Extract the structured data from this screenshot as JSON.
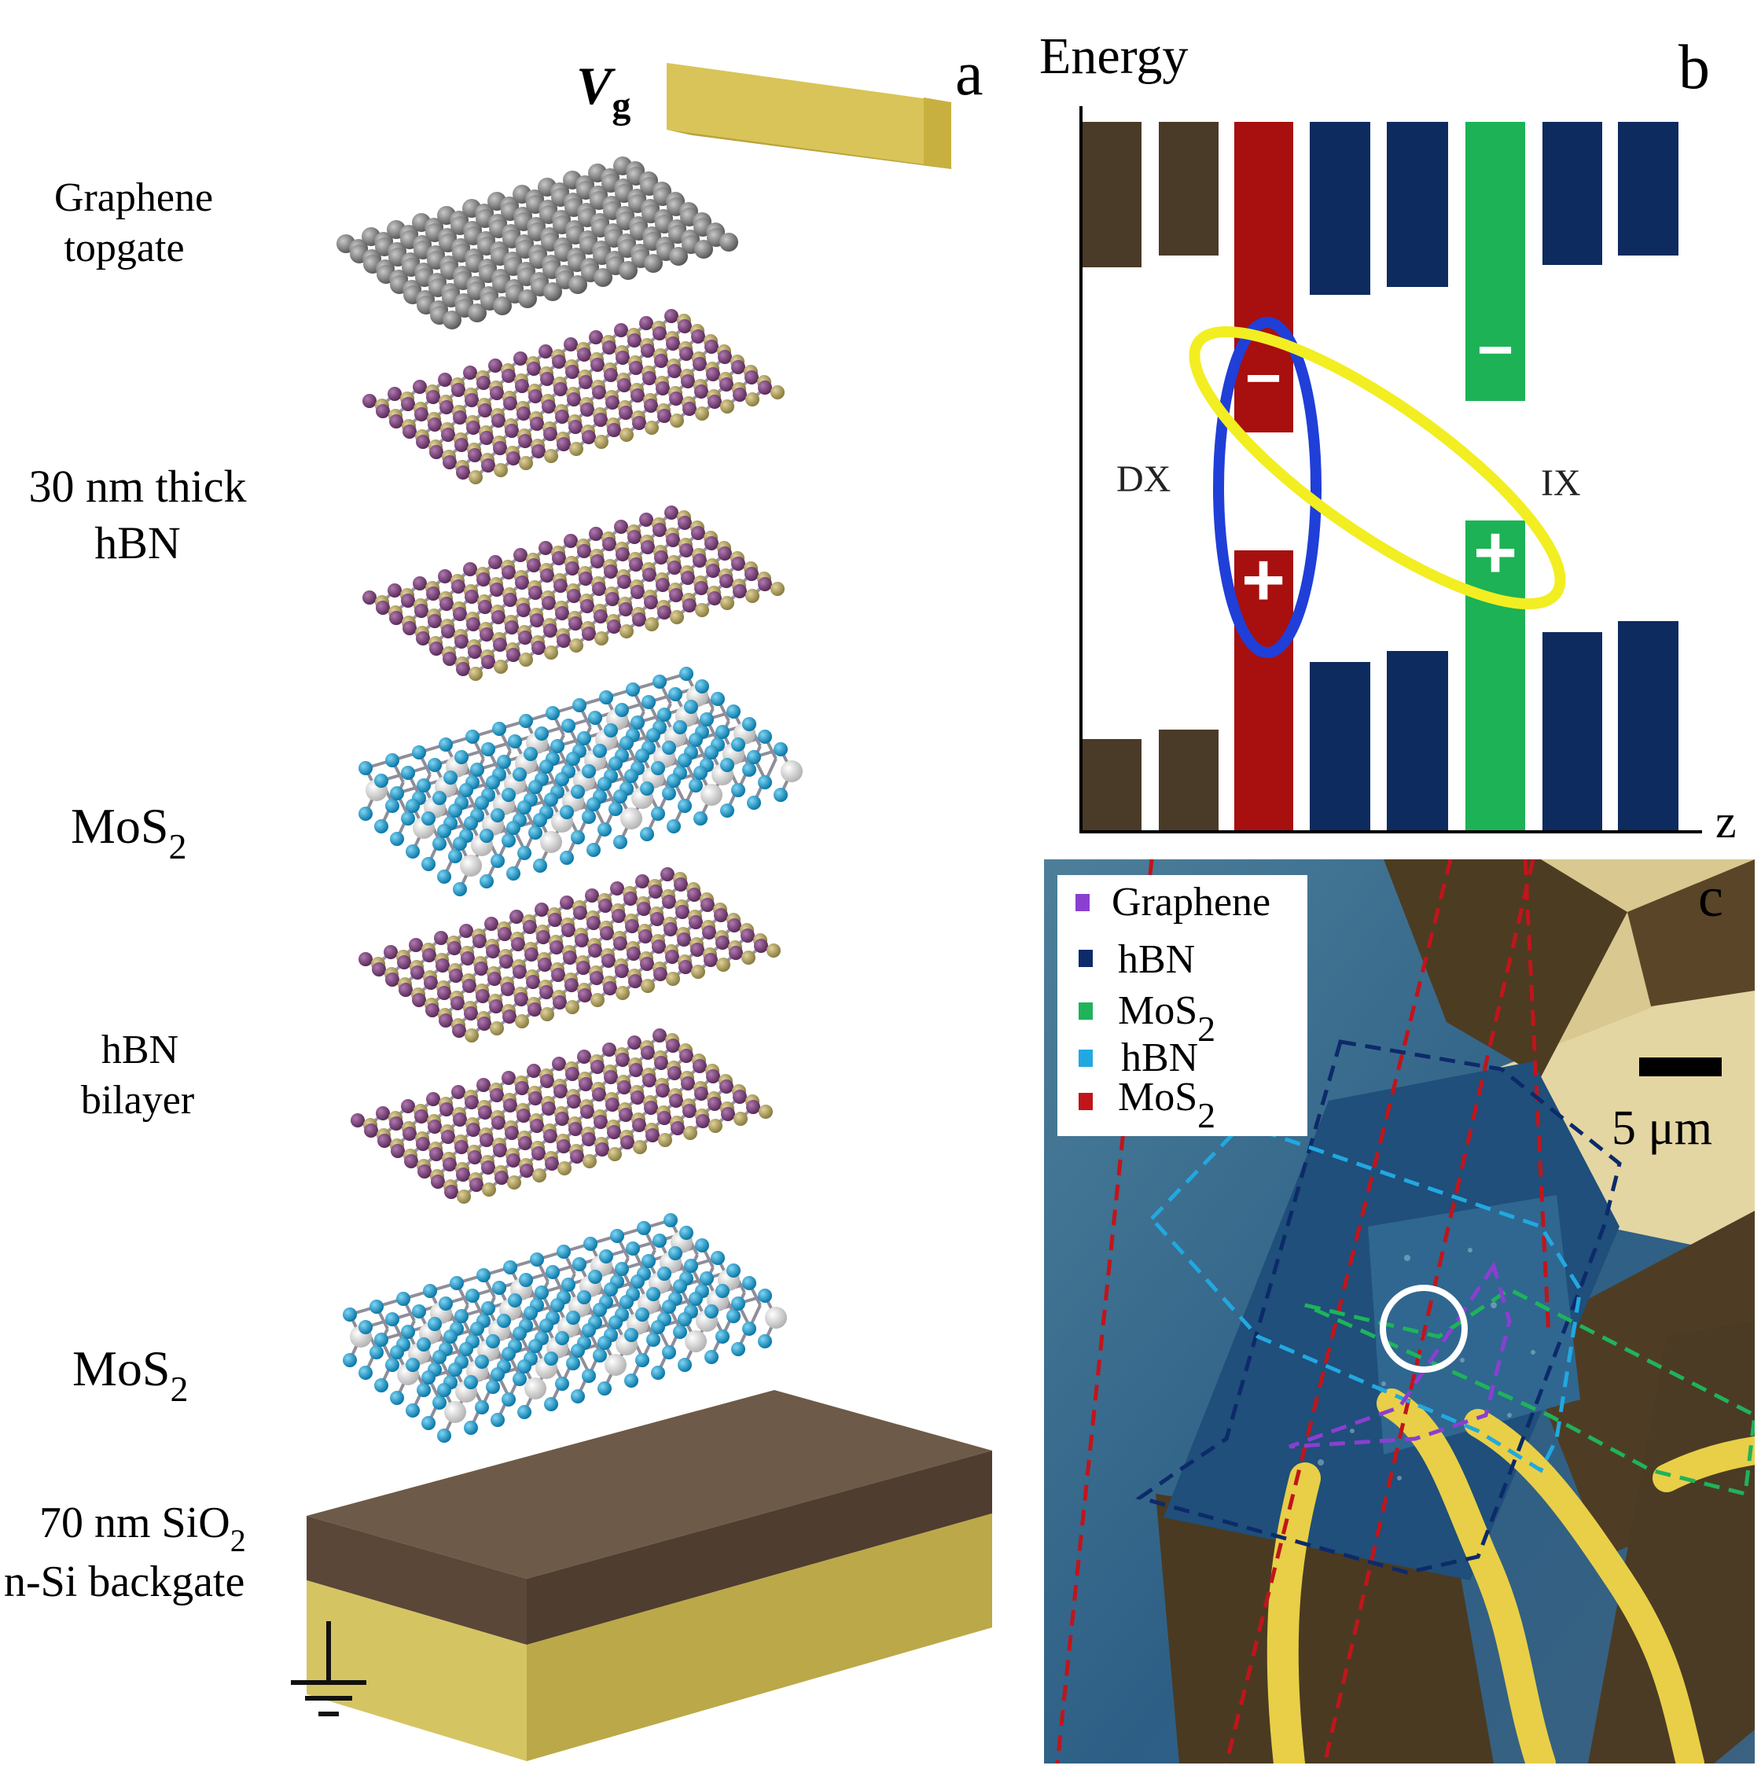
{
  "panel_a": {
    "panel_label": "a",
    "gate_label_main": "V",
    "gate_label_sub": "g",
    "layers": [
      {
        "line1": "Graphene",
        "line2": "topgate"
      },
      {
        "line1": "30 nm thick",
        "line2": "hBN"
      },
      {
        "main": "MoS",
        "sub": "2"
      },
      {
        "line1": "hBN",
        "line2": "bilayer"
      },
      {
        "main": "MoS",
        "sub": "2"
      }
    ],
    "substrate": {
      "line1_main": "70 nm SiO",
      "line1_sub": "2",
      "line2": "n-Si backgate"
    }
  },
  "panel_b": {
    "panel_label": "b",
    "y_axis_label": "Energy",
    "x_axis_label": "z",
    "dx_label": "DX",
    "ix_label": "IX",
    "minus_sign": "−",
    "plus_sign": "+"
  },
  "panel_c": {
    "panel_label": "c",
    "scale_bar_label": "5 μm",
    "legend": [
      {
        "main": "Graphene",
        "sub": "",
        "color": "#8a3fd1"
      },
      {
        "main": "hBN",
        "sub": "",
        "color": "#0d2a6a"
      },
      {
        "main": "MoS",
        "sub": "2",
        "color": "#1fb35a"
      },
      {
        "main": "hBN",
        "sub": "",
        "color": "#22a8e0"
      },
      {
        "main": "MoS",
        "sub": "2",
        "color": "#c0151b"
      }
    ]
  },
  "colors": {
    "gold": "#d9c24f",
    "brown": "#4a3a28",
    "navy": "#0d2b5e",
    "red": "#a80f0f",
    "green": "#1db255",
    "yellow_ring": "#f2ee22",
    "blue_ring": "#1f3fd8",
    "boron": "#7b3c7a",
    "nitrogen": "#b3a35d",
    "sulfur": "#1aa0d0",
    "molybdenum": "#eeeeee",
    "carbon": "#808080"
  }
}
